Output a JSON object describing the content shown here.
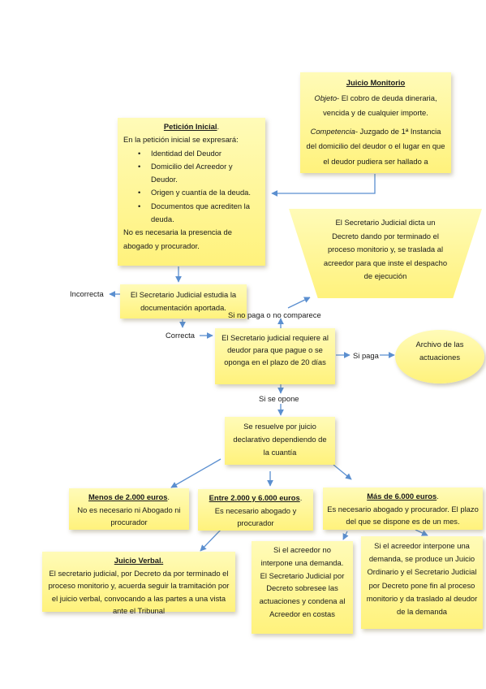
{
  "juicio_monitorio": {
    "title": "Juicio Monitorio",
    "objeto_label": "Objeto",
    "objeto_text": "- El cobro de deuda dineraria, vencida y de cualquier importe.",
    "competencia_label": "Competencia",
    "competencia_text": "- Juzgado de 1ª Instancia del domicilio del deudor o el lugar en que el deudor pudiera ser hallado a"
  },
  "peticion": {
    "title": "Petición Inicial",
    "title_suffix": ".",
    "intro": "En la petición inicial se expresará:",
    "items": [
      "Identidad del Deudor",
      "Domicilio del Acreedor y Deudor.",
      "Origen y cuantía de la deuda.",
      "Documentos que acrediten la deuda."
    ],
    "note": "No es necesaria la presencia de abogado y procurador."
  },
  "decreto_box": {
    "text": "El Secretario Judicial dicta un Decreto dando por terminado el proceso monitorio y, se traslada al acreedor para que inste el despacho de ejecución"
  },
  "estudia_box": {
    "text": "El Secretario Judicial estudia la documentación aportada."
  },
  "requiere_box": {
    "text": "El Secretario judicial requiere al deudor para que pague o se oponga en el plazo de 20 días"
  },
  "archivo": {
    "text": "Archivo de las actuaciones"
  },
  "declarativo_box": {
    "text": "Se resuelve por juicio declarativo dependiendo de la cuantía"
  },
  "menos2000": {
    "title": "Menos de 2.000 euros",
    "title_suffix": ".",
    "text": "No es necesario ni Abogado ni procurador"
  },
  "entre": {
    "title": "Entre 2.000 y 6.000 euros",
    "title_suffix": ".",
    "text": "Es necesario abogado y procurador"
  },
  "mas6000": {
    "title": "Más de 6.000 euros",
    "title_suffix": ".",
    "text": "Es necesario abogado y procurador. El plazo del que se dispone es de un mes."
  },
  "verbal": {
    "title": "Juicio Verbal.",
    "text": "El secretario judicial, por Decreto da por terminado el proceso monitorio y, acuerda seguir la tramitación por el juicio verbal, convocando a las partes a una vista ante el Tribunal"
  },
  "no_interpone": {
    "text": "Si el acreedor no interpone una demanda. El Secretario Judicial por Decreto sobresee las actuaciones y condena al Acreedor en costas"
  },
  "interpone": {
    "text": "Si el acreedor interpone una demanda, se produce un Juicio Ordinario y el Secretario Judicial por Decreto pone fin al proceso monitorio y da traslado al deudor de la demanda"
  },
  "labels": {
    "incorrecta": "Incorrecta",
    "correcta": "Correcta",
    "no_paga": "Si no paga o no comparece",
    "si_paga": "Si paga",
    "si_opone": "Si se opone"
  },
  "colors": {
    "box_top": "#fffbb8",
    "box_bottom": "#fff27c",
    "arrow": "#5b8fd0"
  }
}
